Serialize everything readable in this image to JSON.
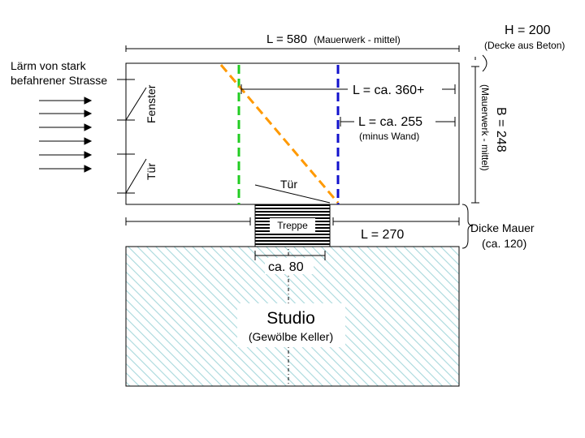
{
  "labels": {
    "noise_line1": "Lärm von stark",
    "noise_line2": "befahrener Strasse",
    "length_total": "L = 580",
    "length_total_note": "(Mauerwerk - mittel)",
    "height": "H = 200",
    "height_note": "(Decke aus Beton)",
    "width": "B = 248",
    "width_note": "(Mauerwerk - mittel)",
    "window": "Fenster",
    "door_left": "Tür",
    "door_stair": "Tür",
    "length_360": "L = ca. 360+",
    "length_255": "L = ca. 255",
    "length_255_note": "(minus Wand)",
    "stairs": "Treppe",
    "length_270": "L = 270",
    "thick_wall": "Dicke Mauer",
    "thick_wall_note": "(ca. 120)",
    "stair_width": "ca. 80",
    "studio": "Studio",
    "studio_note": "(Gewölbe Keller)"
  },
  "colors": {
    "green_line": "#22cc22",
    "blue_line": "#1111cc",
    "orange_line": "#ff9900",
    "hatch": "#a8d8dc"
  }
}
